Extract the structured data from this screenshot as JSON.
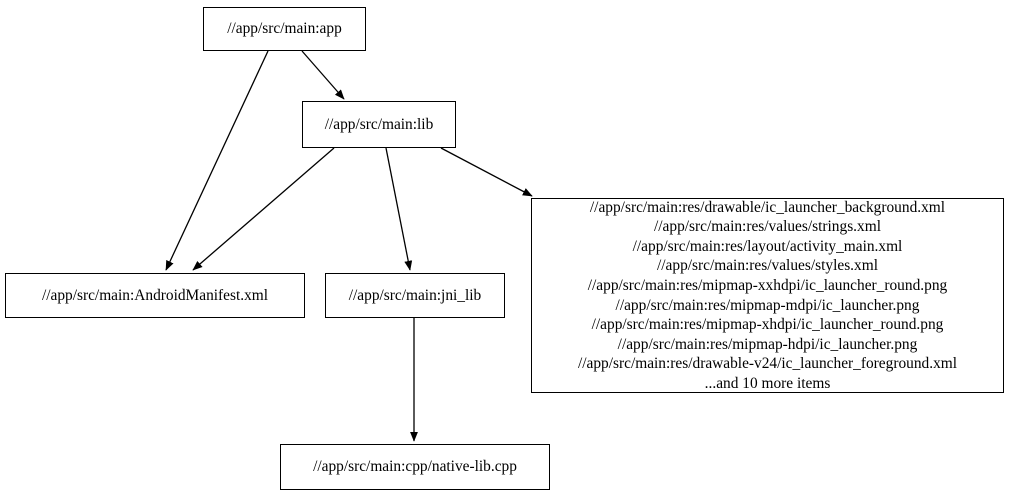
{
  "graph": {
    "type": "directed-dependency-graph",
    "background_color": "#ffffff",
    "node_border_color": "#000000",
    "edge_color": "#000000",
    "text_color": "#000000",
    "nodes": [
      {
        "id": "app",
        "label": "//app/src/main:app"
      },
      {
        "id": "lib",
        "label": "//app/src/main:lib"
      },
      {
        "id": "manifest",
        "label": "//app/src/main:AndroidManifest.xml"
      },
      {
        "id": "jni_lib",
        "label": "//app/src/main:jni_lib"
      },
      {
        "id": "resources",
        "label": "//app/src/main:res/drawable/ic_launcher_background.xml\n//app/src/main:res/values/strings.xml\n//app/src/main:res/layout/activity_main.xml\n//app/src/main:res/values/styles.xml\n//app/src/main:res/mipmap-xxhdpi/ic_launcher_round.png\n//app/src/main:res/mipmap-mdpi/ic_launcher.png\n//app/src/main:res/mipmap-xhdpi/ic_launcher_round.png\n//app/src/main:res/mipmap-hdpi/ic_launcher.png\n//app/src/main:res/drawable-v24/ic_launcher_foreground.xml\n...and 10 more items",
        "lines": [
          "//app/src/main:res/drawable/ic_launcher_background.xml",
          "//app/src/main:res/values/strings.xml",
          "//app/src/main:res/layout/activity_main.xml",
          "//app/src/main:res/values/styles.xml",
          "//app/src/main:res/mipmap-xxhdpi/ic_launcher_round.png",
          "//app/src/main:res/mipmap-mdpi/ic_launcher.png",
          "//app/src/main:res/mipmap-xhdpi/ic_launcher_round.png",
          "//app/src/main:res/mipmap-hdpi/ic_launcher.png",
          "//app/src/main:res/drawable-v24/ic_launcher_foreground.xml",
          "...and 10 more items"
        ]
      },
      {
        "id": "native_lib",
        "label": "//app/src/main:cpp/native-lib.cpp"
      }
    ],
    "edges": [
      {
        "from": "app",
        "to": "lib"
      },
      {
        "from": "app",
        "to": "manifest"
      },
      {
        "from": "lib",
        "to": "manifest"
      },
      {
        "from": "lib",
        "to": "jni_lib"
      },
      {
        "from": "lib",
        "to": "resources"
      },
      {
        "from": "jni_lib",
        "to": "native_lib"
      }
    ]
  }
}
